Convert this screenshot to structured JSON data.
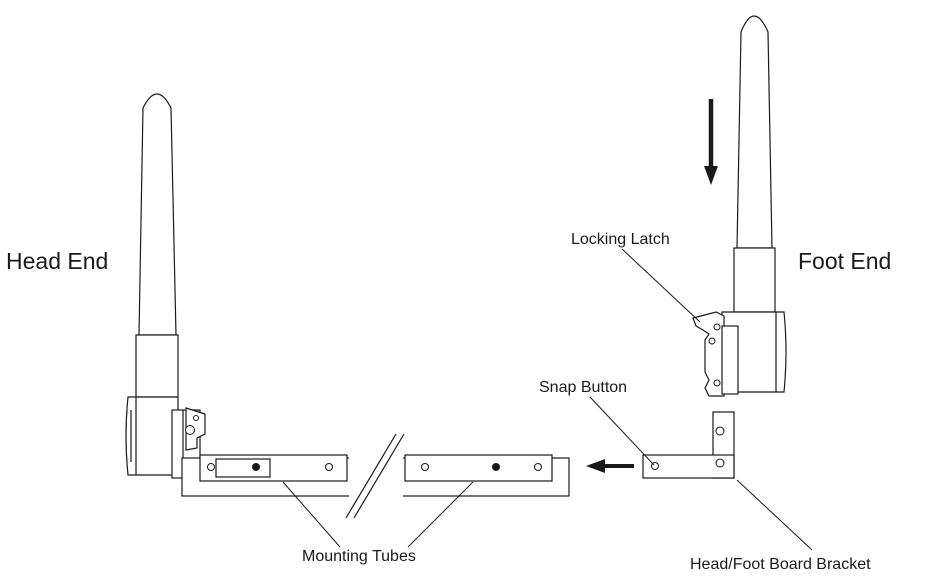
{
  "labels": {
    "head_end": "Head End",
    "foot_end": "Foot End",
    "locking_latch": "Locking Latch",
    "snap_button": "Snap Button",
    "mounting_tubes": "Mounting Tubes",
    "bracket": "Head/Foot Board Bracket"
  }
}
